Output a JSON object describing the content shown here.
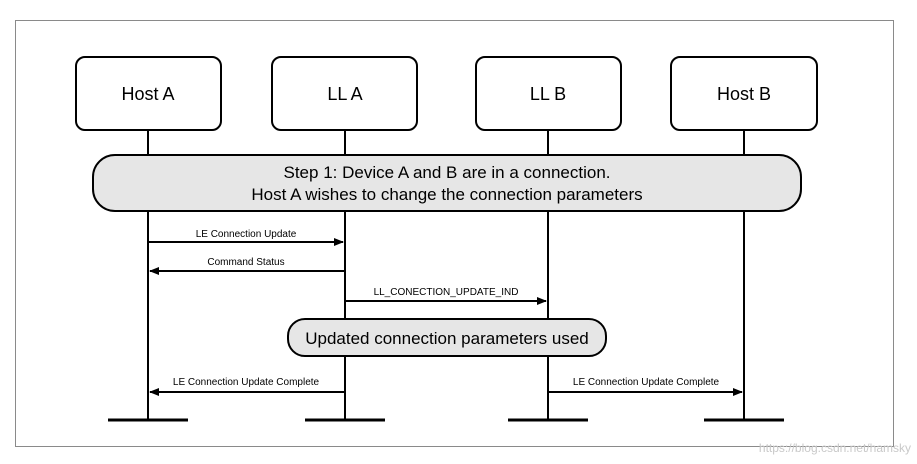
{
  "participants": [
    {
      "id": "host-a",
      "label": "Host A"
    },
    {
      "id": "ll-a",
      "label": "LL A"
    },
    {
      "id": "ll-b",
      "label": "LL B"
    },
    {
      "id": "host-b",
      "label": "Host B"
    }
  ],
  "step": {
    "line1": "Step 1: Device A and B are in a connection.",
    "line2": "Host A wishes to change the connection parameters"
  },
  "messages": [
    {
      "id": "le-connection-update",
      "label": "LE Connection Update",
      "from": "host-a",
      "to": "ll-a"
    },
    {
      "id": "command-status",
      "label": "Command Status",
      "from": "ll-a",
      "to": "host-a"
    },
    {
      "id": "ll-connection-update-ind",
      "label": "LL_CONECTION_UPDATE_IND",
      "from": "ll-a",
      "to": "ll-b"
    },
    {
      "id": "le-connection-update-complete-a",
      "label": "LE Connection Update Complete",
      "from": "ll-a",
      "to": "host-a"
    },
    {
      "id": "le-connection-update-complete-b",
      "label": "LE Connection Update Complete",
      "from": "ll-b",
      "to": "host-b"
    }
  ],
  "note": {
    "label": "Updated connection parameters used"
  },
  "watermark": "https://blog.csdn.net/hamsky",
  "colors": {
    "stroke": "#000000",
    "fill_gray": "#e6e6e6",
    "frame": "#8a8a8a"
  }
}
